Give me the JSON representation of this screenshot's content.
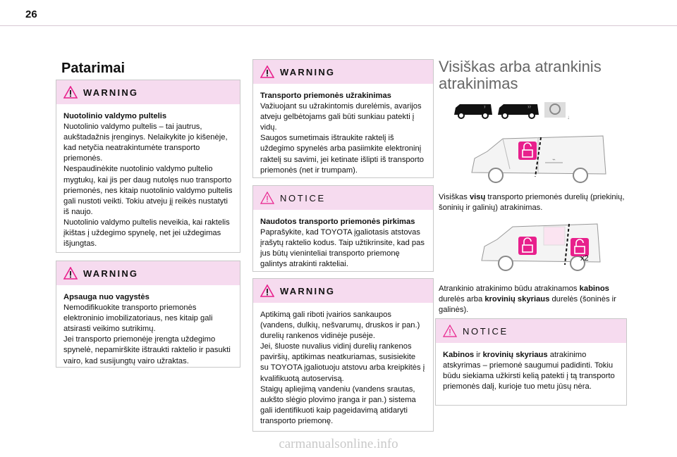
{
  "page": {
    "number": "26"
  },
  "section_title": "Patarimai",
  "warning_label": "WARNING",
  "notice_label": "NOTICE",
  "col1": {
    "box1": {
      "title": "Nuotolinio valdymo pultelis",
      "text": "Nuotolinio valdymo pultelis – tai jautrus, aukštadažnis įrenginys. Nelaikykite jo kišenėje, kad netyčia neatrakintumėte transporto priemonės.\nNespaudinėkite nuotolinio valdymo pultelio mygtukų, kai jis per daug nutolęs nuo transporto priemonės, nes kitaip nuotolinio valdymo pultelis gali nustoti veikti. Tokiu atveju jį reikės nustatyti iš naujo.\nNuotolinio valdymo pultelis neveikia, kai raktelis įkištas į uždegimo spynelę, net jei uždegimas išjungtas."
    },
    "box2": {
      "title": "Apsauga nuo vagystės",
      "text": "Nemodifikuokite transporto priemonės elektroninio imobilizatoriaus, nes kitaip gali atsirasti veikimo sutrikimų.\nJei transporto priemonėje įrengta uždegimo spynelė, nepamirškite ištraukti raktelio ir pasukti vairo, kad susijungtų vairo užraktas."
    }
  },
  "col2": {
    "box1": {
      "title": "Transporto priemonės užrakinimas",
      "text": "Važiuojant su užrakintomis durelėmis, avarijos atveju gelbėtojams gali būti sunkiau patekti į vidų.\nSaugos sumetimais ištraukite raktelį iš uždegimo spynelės arba pasiimkite elektroninį raktelį su savimi, jei ketinate išlipti iš transporto priemonės (net ir trumpam)."
    },
    "box2": {
      "title": "Naudotos transporto priemonės pirkimas",
      "text": "Paprašykite, kad TOYOTA įgaliotasis atstovas įrašytų raktelio kodus. Taip užtikrinsite, kad pas jus būtų vieninteliai transporto priemonę galintys atrakinti rakteliai."
    },
    "box3": {
      "text": "Aptikimą gali riboti įvairios sankaupos (vandens, dulkių, nešvarumų, druskos ir pan.) durelių rankenos vidinėje pusėje.\nJei, šluoste nuvalius vidinį durelių rankenos paviršių, aptikimas neatkuriamas, susisiekite su TOYOTA įgaliotuoju atstovu arba kreipkitės į kvalifikuotą autoservisą.\nStaigų apliejimą vandeniu (vandens srautas, aukšto slėgio plovimo įranga ir pan.) sistema gali identifikuoti kaip pageidavimą atidaryti transporto priemonę."
    }
  },
  "col3": {
    "title": "Visiškas arba atrankinis atrakinimas",
    "p1": {
      "a": "Visiškas ",
      "b": "visų",
      "c": " transporto priemonės durelių (priekinių, šoninių ir galinių) atrakinimas."
    },
    "p2": {
      "a": "Atrankinio atrakinimo būdu atrakinamos ",
      "b": "kabinos",
      "c": " durelės arba ",
      "d": "krovinių skyriaus",
      "e": " durelės (šoninės ir galinės)."
    },
    "notice": {
      "a": "Kabinos",
      "b": " ir ",
      "c": "krovinių skyriaus",
      "d": " atrakinimo atskyrimas – priemonė saugumui padidinti. Tokiu būdu siekiama užkirsti kelią patekti į tą transporto priemonės dalį, kurioje tuo metu jūsų nėra."
    },
    "fig2_label": "x2",
    "van_label_1": "⁷",
    "van_label_2": "⁷⁷"
  },
  "watermark": "carmanualsonline.info",
  "colors": {
    "accent": "#e8208c",
    "header_bg": "#f6dbef"
  }
}
